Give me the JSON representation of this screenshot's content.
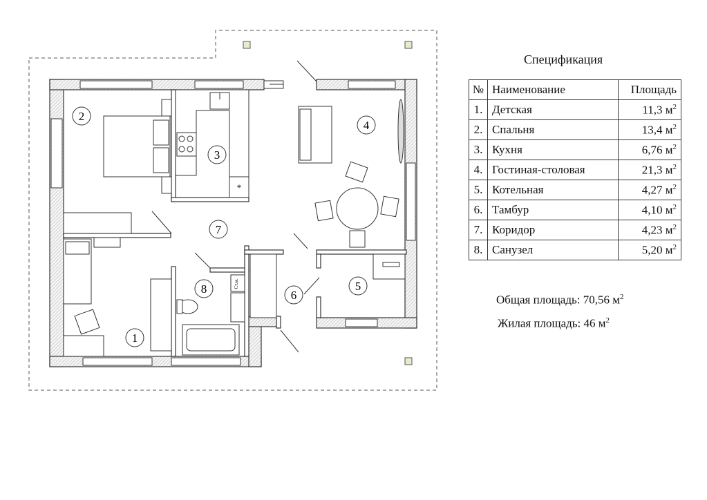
{
  "spec": {
    "title": "Спецификация",
    "headers": {
      "num": "№",
      "name": "Наименование",
      "area": "Площадь"
    },
    "unit": "м",
    "unit_power": "2",
    "rows": [
      {
        "num": "1.",
        "name": "Детская",
        "area": "11,3"
      },
      {
        "num": "2.",
        "name": "Спальня",
        "area": "13,4"
      },
      {
        "num": "3.",
        "name": "Кухня",
        "area": "6,76"
      },
      {
        "num": "4.",
        "name": "Гостиная-столовая",
        "area": "21,3"
      },
      {
        "num": "5.",
        "name": "Котельная",
        "area": "4,27"
      },
      {
        "num": "6.",
        "name": "Тамбур",
        "area": "4,10"
      },
      {
        "num": "7.",
        "name": "Коридор",
        "area": "4,23"
      },
      {
        "num": "8.",
        "name": "Санузел",
        "area": "5,20"
      }
    ]
  },
  "totals": {
    "total_label": "Общая площадь: 70,56 м",
    "living_label": "Жилая площадь: 46 м",
    "power": "2"
  },
  "plan": {
    "room_labels": [
      "1",
      "2",
      "3",
      "4",
      "5",
      "6",
      "7",
      "8"
    ],
    "closet_label": "Ст.м.",
    "stove_marker": "*"
  },
  "colors": {
    "wall_fill": "#f2f2f2",
    "line": "#333333"
  }
}
